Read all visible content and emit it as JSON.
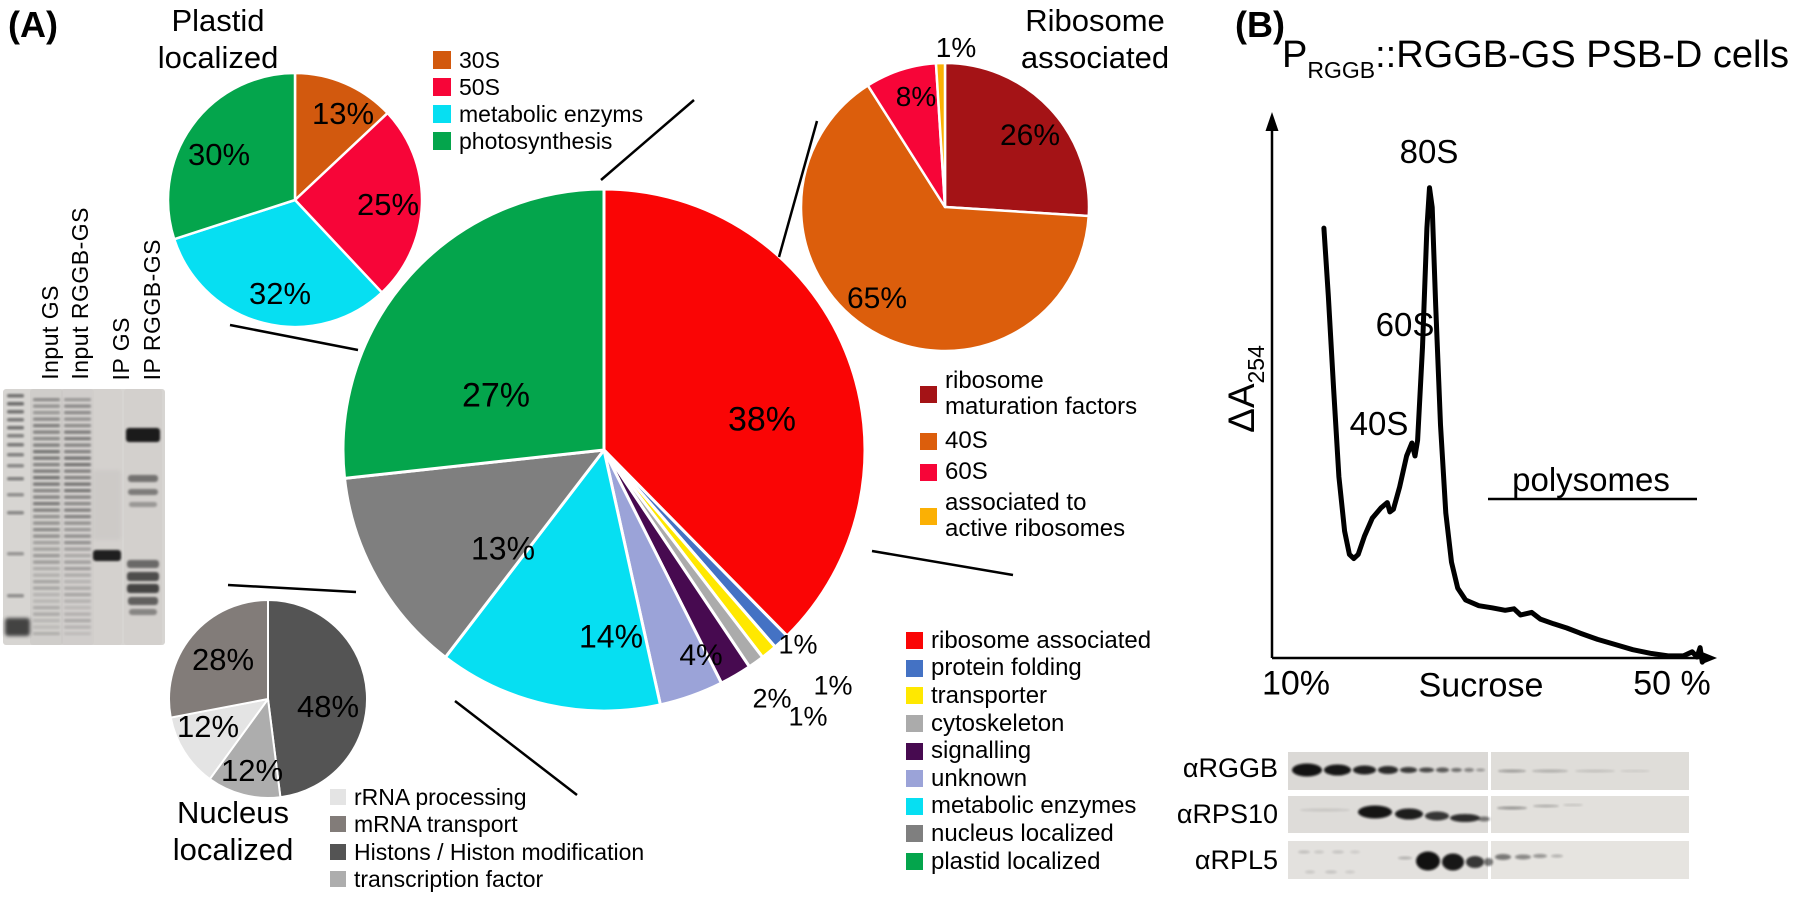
{
  "panel_a": {
    "label": "(A)",
    "gel_lane_labels": [
      "Input GS",
      "Input RGGB-GS",
      "IP GS",
      "IP RGGB-GS"
    ]
  },
  "panel_b": {
    "label": "(B)",
    "blot_labels": [
      "αRGGB",
      "αRPS10",
      "αRPL5"
    ]
  },
  "chart_data": {
    "plastid_pie": {
      "type": "pie",
      "title": "Plastid localized",
      "title_lines": [
        "Plastid",
        "localized"
      ],
      "slices": [
        {
          "label": "30S",
          "value": 13,
          "pct": "13%",
          "color": "#d2590e"
        },
        {
          "label": "50S",
          "value": 25,
          "pct": "25%",
          "color": "#f70538"
        },
        {
          "label": "metabolic enzyms",
          "value": 32,
          "pct": "32%",
          "color": "#06dff2"
        },
        {
          "label": "photosynthesis",
          "value": 30,
          "pct": "30%",
          "color": "#04a54c"
        }
      ]
    },
    "main_pie": {
      "type": "pie",
      "title": "",
      "slices": [
        {
          "label": "ribosome associated",
          "value": 38,
          "pct": "38%",
          "color": "#fa0505"
        },
        {
          "label": "protein folding",
          "value": 1,
          "pct": "1%",
          "color": "#4472c4"
        },
        {
          "label": "transporter",
          "value": 1,
          "pct": "1%",
          "color": "#ffe800"
        },
        {
          "label": "cytoskeleton",
          "value": 1,
          "pct": "1%",
          "color": "#ababab"
        },
        {
          "label": "signalling",
          "value": 2,
          "pct": "2%",
          "color": "#470a50"
        },
        {
          "label": "unknown",
          "value": 4,
          "pct": "4%",
          "color": "#9ba3d8"
        },
        {
          "label": "metabolic enzymes",
          "value": 14,
          "pct": "14%",
          "color": "#06dff2"
        },
        {
          "label": "nucleus localized",
          "value": 13,
          "pct": "13%",
          "color": "#7f7f7f"
        },
        {
          "label": "plastid localized",
          "value": 27,
          "pct": "27%",
          "color": "#04a54c"
        }
      ]
    },
    "ribosome_pie": {
      "type": "pie",
      "title": "Ribosome associated",
      "title_lines": [
        "Ribosome",
        "associated"
      ],
      "slices": [
        {
          "label": "ribosome\nmaturation factors",
          "value": 26,
          "pct": "26%",
          "color": "#a41316"
        },
        {
          "label": "40S",
          "value": 65,
          "pct": "65%",
          "color": "#dc5e0c"
        },
        {
          "label": "60S",
          "value": 8,
          "pct": "8%",
          "color": "#f70538"
        },
        {
          "label": "associated to\nactive ribosomes",
          "value": 1,
          "pct": "1%",
          "color": "#fbb004"
        }
      ]
    },
    "nucleus_pie": {
      "type": "pie",
      "title": "Nucleus localized",
      "title_lines": [
        "Nucleus",
        "localized"
      ],
      "slices": [
        {
          "label": "Histons / Histon modification",
          "value": 48,
          "pct": "48%",
          "color": "#545454"
        },
        {
          "label": "transcription factor",
          "value": 12,
          "pct": "12%",
          "color": "#adadad"
        },
        {
          "label": "rRNA processing",
          "value": 12,
          "pct": "12%",
          "color": "#e4e4e4"
        },
        {
          "label": "mRNA transport",
          "value": 28,
          "pct": "28%",
          "color": "#827c79"
        }
      ]
    },
    "polysome_profile": {
      "type": "line",
      "title_parts": {
        "prefix": "P",
        "subscript": "RGGB",
        "suffix": "::RGGB-GS PSB-D cells"
      },
      "ylabel_parts": {
        "main": "ΔA",
        "subscript": "254"
      },
      "xlabel": "Sucrose",
      "xtick_labels": [
        "10%",
        "50 %"
      ],
      "annotations": [
        "80S",
        "60S",
        "40S",
        "polysomes"
      ],
      "grid": false,
      "points": [
        [
          0.118,
          0.83
        ],
        [
          0.128,
          0.7
        ],
        [
          0.14,
          0.52
        ],
        [
          0.152,
          0.35
        ],
        [
          0.165,
          0.245
        ],
        [
          0.176,
          0.2
        ],
        [
          0.186,
          0.192
        ],
        [
          0.196,
          0.2
        ],
        [
          0.21,
          0.235
        ],
        [
          0.228,
          0.27
        ],
        [
          0.248,
          0.29
        ],
        [
          0.262,
          0.3
        ],
        [
          0.268,
          0.282
        ],
        [
          0.276,
          0.287
        ],
        [
          0.29,
          0.33
        ],
        [
          0.306,
          0.39
        ],
        [
          0.318,
          0.415
        ],
        [
          0.325,
          0.39
        ],
        [
          0.331,
          0.42
        ],
        [
          0.342,
          0.6
        ],
        [
          0.352,
          0.83
        ],
        [
          0.358,
          0.908
        ],
        [
          0.364,
          0.87
        ],
        [
          0.372,
          0.68
        ],
        [
          0.383,
          0.45
        ],
        [
          0.395,
          0.28
        ],
        [
          0.408,
          0.185
        ],
        [
          0.422,
          0.135
        ],
        [
          0.44,
          0.112
        ],
        [
          0.47,
          0.101
        ],
        [
          0.5,
          0.097
        ],
        [
          0.53,
          0.092
        ],
        [
          0.55,
          0.095
        ],
        [
          0.565,
          0.083
        ],
        [
          0.59,
          0.088
        ],
        [
          0.61,
          0.075
        ],
        [
          0.64,
          0.066
        ],
        [
          0.67,
          0.058
        ],
        [
          0.7,
          0.048
        ],
        [
          0.74,
          0.036
        ],
        [
          0.78,
          0.026
        ],
        [
          0.82,
          0.016
        ],
        [
          0.86,
          0.009
        ],
        [
          0.9,
          0.004
        ],
        [
          0.935,
          0.004
        ],
        [
          0.955,
          0.012
        ],
        [
          0.966,
          0.002
        ],
        [
          0.973,
          0.02
        ],
        [
          0.978,
          -0.008
        ]
      ]
    }
  }
}
